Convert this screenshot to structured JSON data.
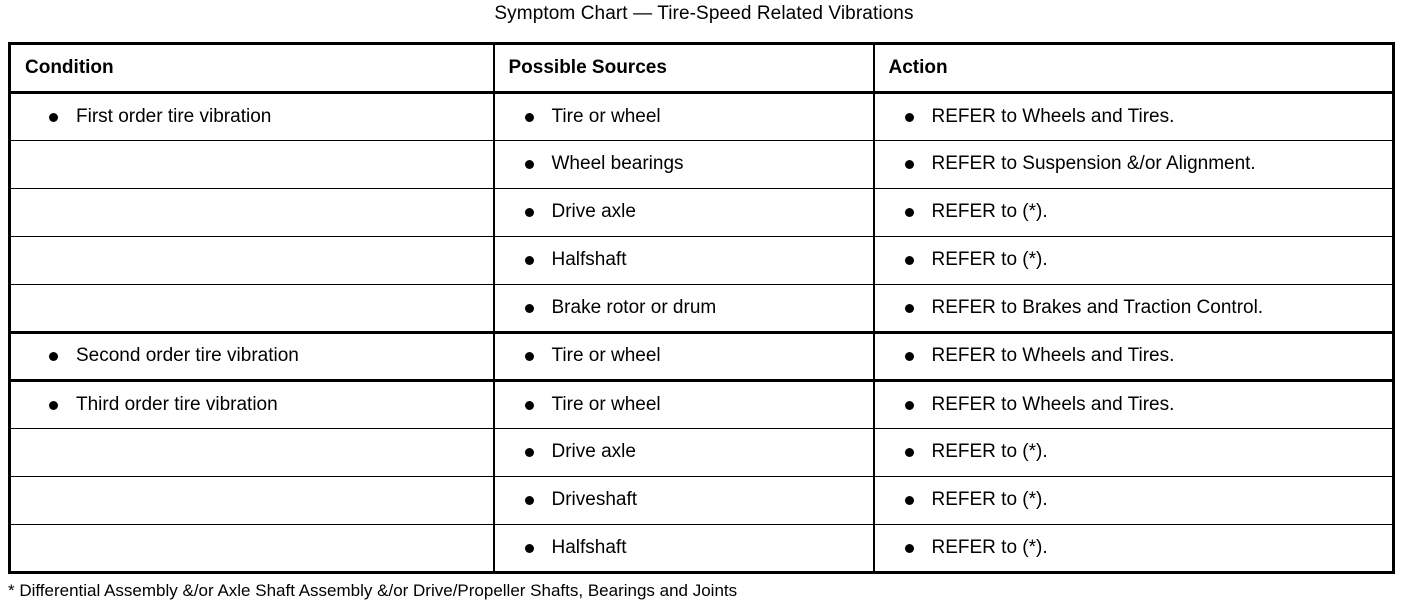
{
  "title": "Symptom Chart — Tire-Speed Related Vibrations",
  "table": {
    "headers": {
      "condition": "Condition",
      "sources": "Possible Sources",
      "action": "Action"
    },
    "rows": [
      {
        "condition": "First order tire vibration",
        "condition_bullet": true,
        "source": "Tire or wheel",
        "action": "REFER to Wheels and Tires.",
        "group_start": true,
        "group_end": false
      },
      {
        "condition": "",
        "condition_bullet": false,
        "source": "Wheel bearings",
        "action": "REFER to Suspension &/or Alignment.",
        "group_start": false,
        "group_end": false
      },
      {
        "condition": "",
        "condition_bullet": false,
        "source": "Drive axle",
        "action": "REFER to (*).",
        "group_start": false,
        "group_end": false
      },
      {
        "condition": "",
        "condition_bullet": false,
        "source": "Halfshaft",
        "action": "REFER to (*).",
        "group_start": false,
        "group_end": false
      },
      {
        "condition": "",
        "condition_bullet": false,
        "source": "Brake rotor or drum",
        "action": "REFER to Brakes and Traction Control.",
        "group_start": false,
        "group_end": true
      },
      {
        "condition": "Second order tire vibration",
        "condition_bullet": true,
        "source": "Tire or wheel",
        "action": "REFER to Wheels and Tires.",
        "group_start": true,
        "group_end": true
      },
      {
        "condition": "Third order tire vibration",
        "condition_bullet": true,
        "source": "Tire or wheel",
        "action": "REFER to Wheels and Tires.",
        "group_start": true,
        "group_end": false
      },
      {
        "condition": "",
        "condition_bullet": false,
        "source": "Drive axle",
        "action": "REFER to (*).",
        "group_start": false,
        "group_end": false
      },
      {
        "condition": "",
        "condition_bullet": false,
        "source": "Driveshaft",
        "action": "REFER to (*).",
        "group_start": false,
        "group_end": false
      },
      {
        "condition": "",
        "condition_bullet": false,
        "source": "Halfshaft",
        "action": "REFER to (*).",
        "group_start": false,
        "group_end": false
      }
    ]
  },
  "footnote": "*  Differential Assembly &/or Axle Shaft Assembly &/or Drive/Propeller Shafts, Bearings and Joints",
  "colors": {
    "text": "#000000",
    "background": "#ffffff",
    "rule": "#000000"
  }
}
